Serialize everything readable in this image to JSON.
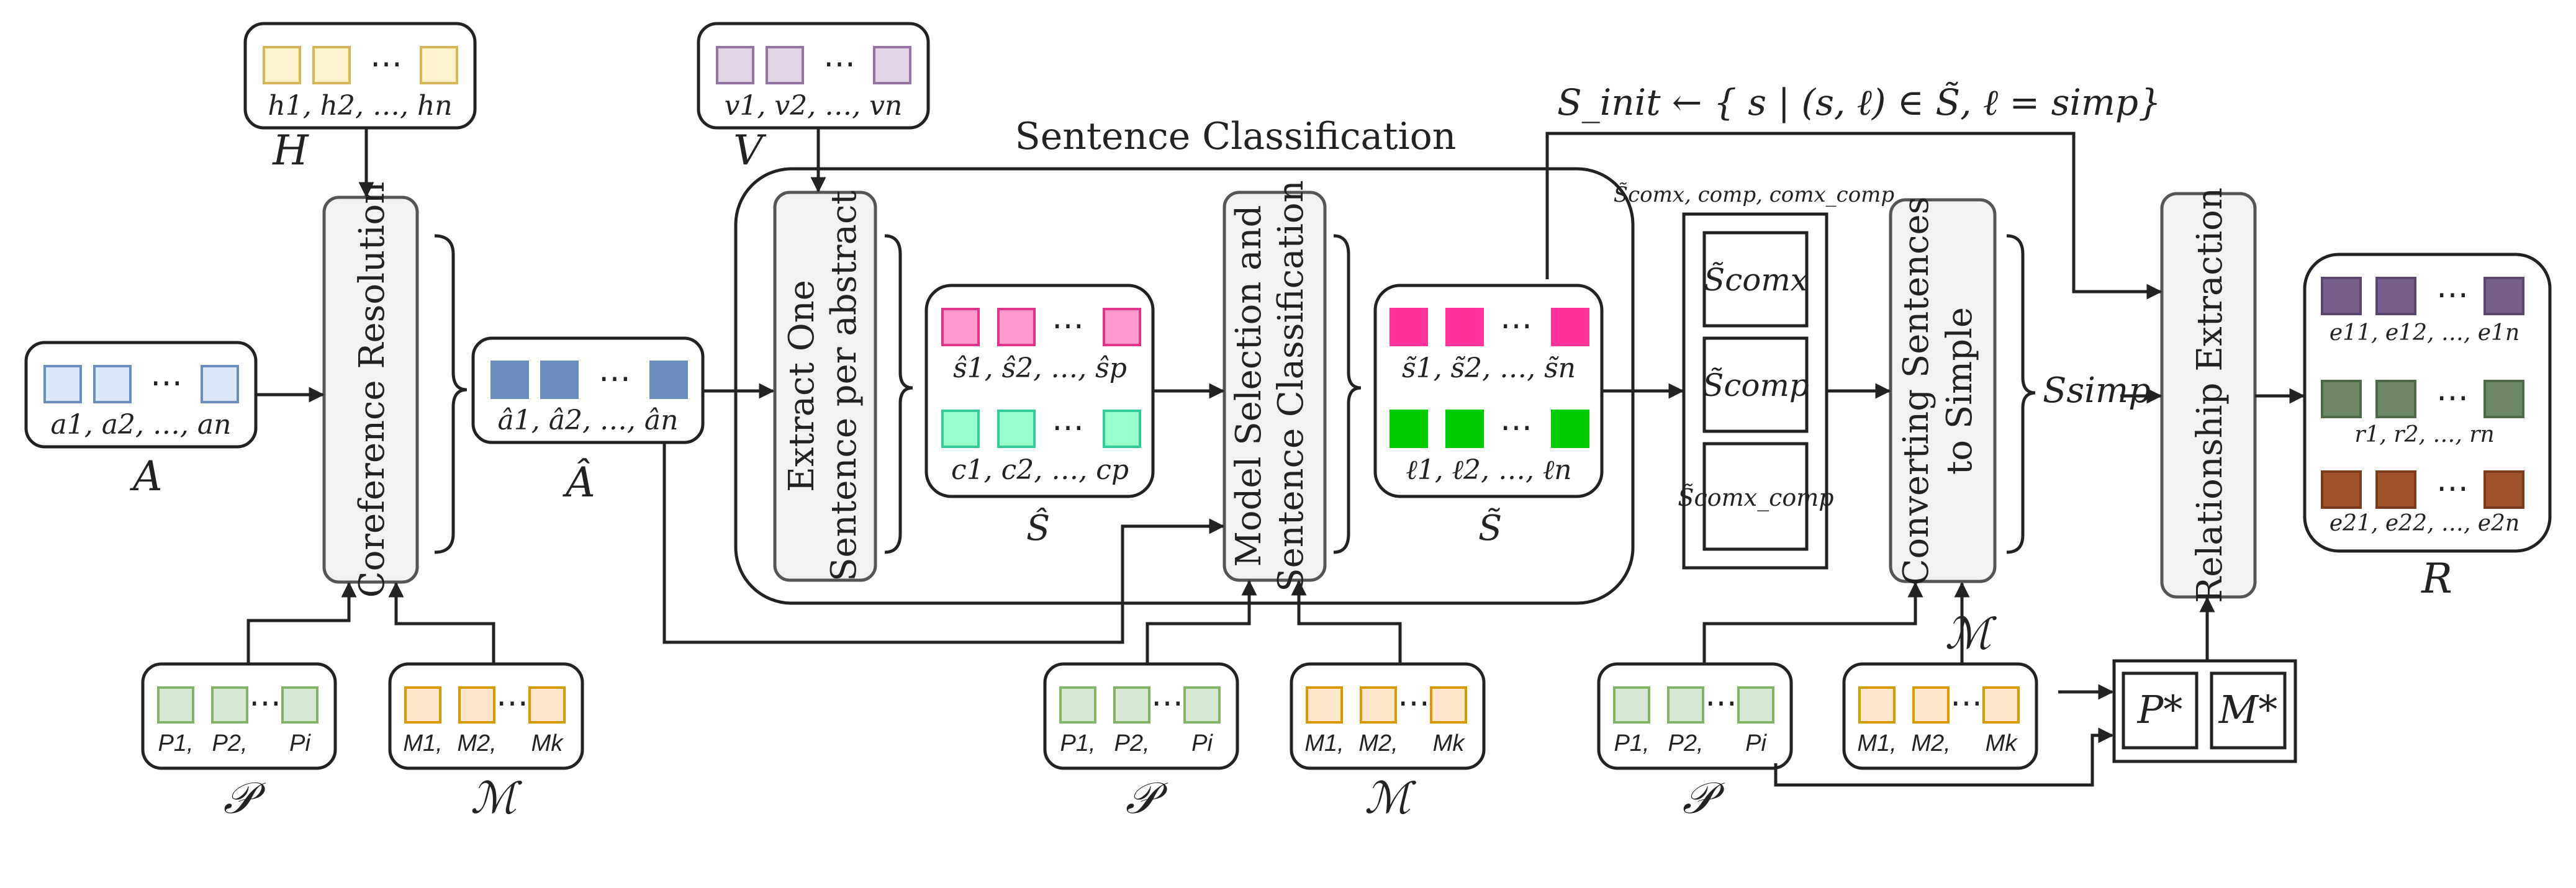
{
  "colors": {
    "h": [
      "#fff2cc",
      "#d6b656"
    ],
    "v": [
      "#e1d5e7",
      "#9673a6"
    ],
    "a": [
      "#dae8fc",
      "#6c8ebf"
    ],
    "ahat": [
      "#6c8ebf",
      "#6c8ebf"
    ],
    "s": [
      "#ff99cc",
      "#e0338a"
    ],
    "c": [
      "#99ffcc",
      "#33cc99"
    ],
    "stilde": [
      "#ff3399",
      "#ff3399"
    ],
    "l": [
      "#00cc00",
      "#00cc00"
    ],
    "p": [
      "#d5e8d4",
      "#82b366"
    ],
    "m": [
      "#ffe6cc",
      "#d79b00"
    ],
    "e1": [
      "#76608a",
      "#5a4670"
    ],
    "r": [
      "#6d8764",
      "#4f6a48"
    ],
    "e2": [
      "#a0522d",
      "#7a3c1d"
    ]
  },
  "labels": {
    "sentence_classification": "Sentence Classification",
    "s_init": "S_init ← { s | (s, ℓ) ∈ S̃, ℓ = simp}",
    "s_subset": "S̃comx, comp, comx_comp",
    "s_simp": "Ssimp",
    "ellipsis": "⋯"
  },
  "nodes": {
    "coref": "Coreference Resolution",
    "extract": [
      "Extract One",
      "Sentence per abstract"
    ],
    "model_sel": [
      "Model Selection and",
      "Sentence Classification"
    ],
    "converting": [
      "Converting Sentences",
      "to Simple"
    ],
    "relation": "Relationship Extraction",
    "s_comx": "S̃comx",
    "s_comp": "S̃comp",
    "s_comx_comp": "S̃comx_comp",
    "p_star": "P*",
    "m_star": "M*"
  },
  "sets": {
    "H": {
      "label": "H",
      "items": "h1, h2, …, hn"
    },
    "V": {
      "label": "V",
      "items": "v1, v2, …, vn"
    },
    "A": {
      "label": "A",
      "items": "a1, a2, …, an"
    },
    "A_hat": {
      "label": "Â",
      "items": "â1, â2, …, ân"
    },
    "S_hat": {
      "label": "Ŝ",
      "row1": "ŝ1, ŝ2, …, ŝp",
      "row2": "c1, c2, …, cp"
    },
    "S_tilde": {
      "label": "S̃",
      "row1": "s̃1, s̃2, …, s̃n",
      "row2": "ℓ1, ℓ2, …, ℓn"
    },
    "R": {
      "label": "R",
      "row1": "e11, e12, …, e1n",
      "row2": "r1, r2, …, rn",
      "row3": "e21, e22, …, e2n"
    },
    "P": {
      "label": "𝒫",
      "items": [
        "P1,",
        "P2,",
        "Pi"
      ]
    },
    "M": {
      "label": "ℳ",
      "items": [
        "M1,",
        "M2,",
        "Mk"
      ]
    }
  }
}
